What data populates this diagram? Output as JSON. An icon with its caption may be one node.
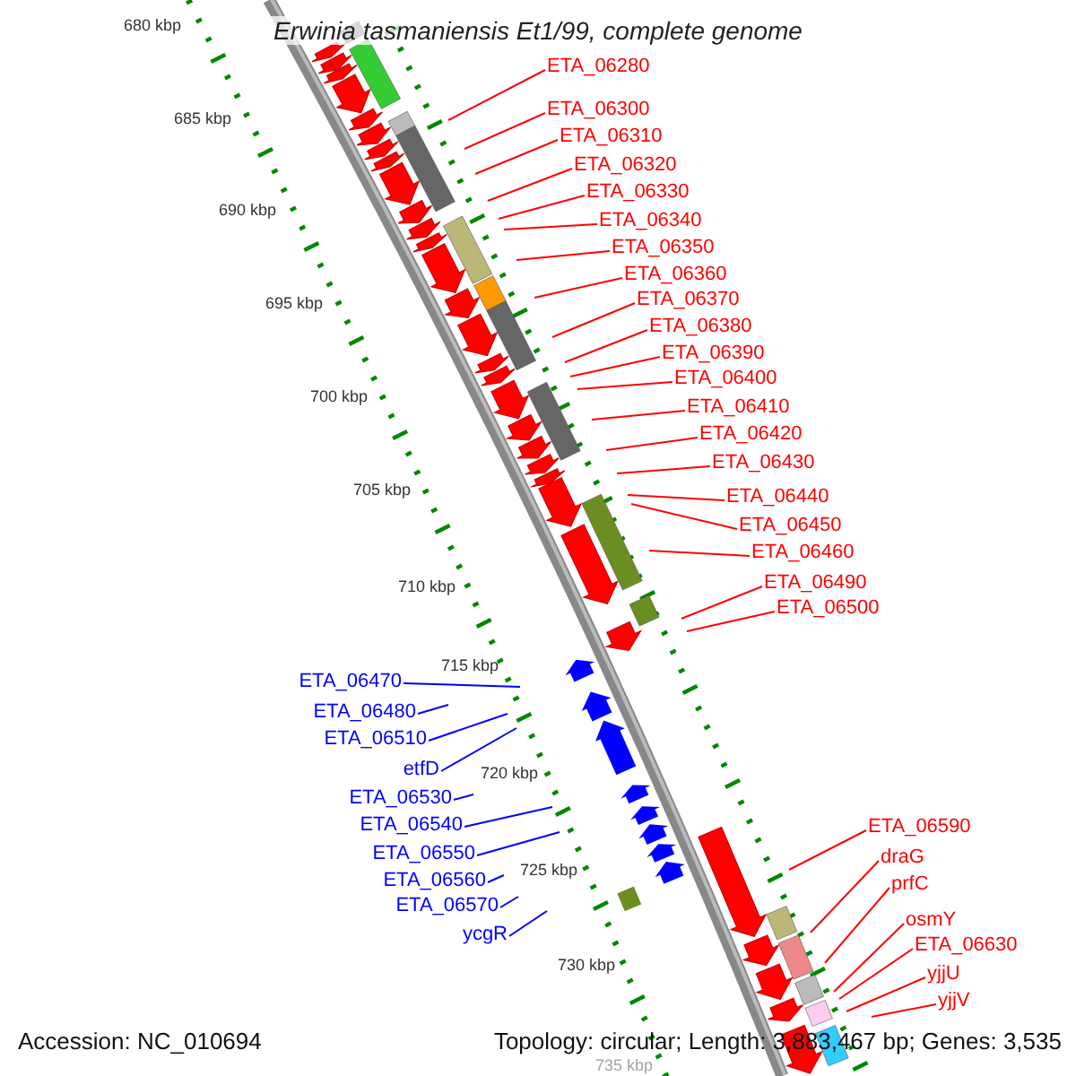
{
  "diagram": {
    "title": "Erwinia tasmaniensis Et1/99, complete genome",
    "nodes": [
      {
        "text": [
          "ETA_06280"
        ]
      },
      {
        "text": [
          "ETA_06300"
        ]
      },
      {
        "text": [
          "ETA_06310"
        ]
      },
      {
        "text": [
          "ETA_06320"
        ]
      },
      {
        "text": [
          "ETA_06330"
        ]
      },
      {
        "text": [
          "ETA_06340"
        ]
      },
      {
        "text": [
          "ETA_06350"
        ]
      },
      {
        "text": [
          "ETA_06360"
        ]
      },
      {
        "text": [
          "ETA_06370"
        ]
      },
      {
        "text": [
          "ETA_06380"
        ]
      },
      {
        "text": [
          "ETA_06390"
        ]
      },
      {
        "text": [
          "ETA_06400"
        ]
      },
      {
        "text": [
          "ETA_06410"
        ]
      },
      {
        "text": [
          "ETA_06420"
        ]
      },
      {
        "text": [
          "ETA_06430"
        ]
      },
      {
        "text": [
          "ETA_06440"
        ]
      },
      {
        "text": [
          "ETA_06450"
        ]
      },
      {
        "text": [
          "ETA_06460"
        ]
      },
      {
        "text": [
          "ETA_06490"
        ]
      },
      {
        "text": [
          "ETA_06500"
        ]
      },
      {
        "text": [
          "ETA_06470"
        ]
      },
      {
        "text": [
          "ETA_06480"
        ]
      },
      {
        "text": [
          "ETA_06510"
        ]
      },
      {
        "text": [
          "etfD"
        ]
      },
      {
        "text": [
          "ETA_06530"
        ]
      },
      {
        "text": [
          "ETA_06540"
        ]
      },
      {
        "text": [
          "ETA_06550"
        ]
      },
      {
        "text": [
          "ETA_06560"
        ]
      },
      {
        "text": [
          "ETA_06570"
        ]
      },
      {
        "text": [
          "ycgR"
        ]
      },
      {
        "text": [
          "ETA_06590"
        ]
      },
      {
        "text": [
          "draG"
        ]
      },
      {
        "text": [
          "prfC"
        ]
      },
      {
        "text": [
          "osmY"
        ]
      },
      {
        "text": [
          "ETA_06630"
        ]
      },
      {
        "text": [
          "yjjU"
        ]
      },
      {
        "text": [
          "yjjV"
        ]
      }
    ],
    "edges": [
      {
        "from": 0,
        "to": null,
        "arrow": "none"
      },
      {
        "from": 1,
        "to": null,
        "arrow": "none"
      },
      {
        "from": 2,
        "to": null,
        "arrow": "none"
      },
      {
        "from": 3,
        "to": null,
        "arrow": "none"
      },
      {
        "from": 4,
        "to": null,
        "arrow": "none"
      },
      {
        "from": 5,
        "to": null,
        "arrow": "none"
      },
      {
        "from": 6,
        "to": null,
        "arrow": "none"
      },
      {
        "from": 7,
        "to": null,
        "arrow": "none"
      },
      {
        "from": 8,
        "to": null,
        "arrow": "none"
      },
      {
        "from": 9,
        "to": null,
        "arrow": "none"
      },
      {
        "from": 10,
        "to": null,
        "arrow": "none"
      },
      {
        "from": 11,
        "to": null,
        "arrow": "none"
      },
      {
        "from": 12,
        "to": null,
        "arrow": "none"
      },
      {
        "from": 13,
        "to": null,
        "arrow": "none"
      },
      {
        "from": 14,
        "to": null,
        "arrow": "none"
      },
      {
        "from": 15,
        "to": null,
        "arrow": "none"
      },
      {
        "from": 16,
        "to": null,
        "arrow": "none"
      },
      {
        "from": 17,
        "to": null,
        "arrow": "none"
      },
      {
        "from": 18,
        "to": null,
        "arrow": "none"
      },
      {
        "from": 19,
        "to": null,
        "arrow": "none"
      },
      {
        "from": 20,
        "to": null,
        "arrow": "none",
        "color": "#0000ff"
      },
      {
        "from": 21,
        "to": null,
        "arrow": "none",
        "color": "#0000ff"
      },
      {
        "from": 22,
        "to": null,
        "arrow": "none",
        "color": "#0000ff"
      },
      {
        "from": 23,
        "to": null,
        "arrow": "none",
        "color": "#0000ff"
      },
      {
        "from": 24,
        "to": null,
        "arrow": "none",
        "color": "#0000ff"
      },
      {
        "from": 25,
        "to": null,
        "arrow": "none",
        "color": "#0000ff"
      },
      {
        "from": 26,
        "to": null,
        "arrow": "none",
        "color": "#0000ff"
      },
      {
        "from": 27,
        "to": null,
        "arrow": "none",
        "color": "#0000ff"
      },
      {
        "from": 28,
        "to": null,
        "arrow": "none",
        "color": "#0000ff"
      },
      {
        "from": 29,
        "to": null,
        "arrow": "none",
        "color": "#0000ff"
      },
      {
        "from": 30,
        "to": null,
        "arrow": "none"
      },
      {
        "from": 31,
        "to": null,
        "arrow": "none"
      },
      {
        "from": 32,
        "to": null,
        "arrow": "none"
      },
      {
        "from": 33,
        "to": null,
        "arrow": "none"
      },
      {
        "from": 34,
        "to": null,
        "arrow": "none"
      },
      {
        "from": 35,
        "to": null,
        "arrow": "none"
      },
      {
        "from": 36,
        "to": null,
        "arrow": "none"
      }
    ],
    "labels": [
      "680 kbp",
      "685 kbp",
      "690 kbp",
      "695 kbp",
      "700 kbp",
      "705 kbp",
      "710 kbp",
      "715 kbp",
      "720 kbp",
      "725 kbp",
      "730 kbp",
      "735 kbp",
      "Accession: NC_010694",
      "Topology: circular; Length: 3,883,467 bp; Genes: 3,535"
    ]
  }
}
